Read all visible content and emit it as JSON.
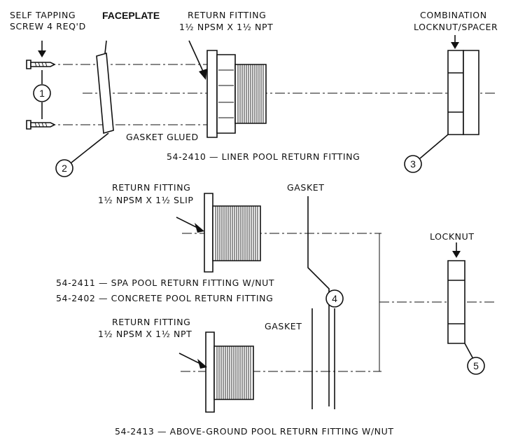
{
  "labels": {
    "screw": [
      "SELF TAPPING",
      "SCREW 4 REQ'D"
    ],
    "faceplate": "FACEPLATE",
    "return_fitting_1": [
      "RETURN FITTING",
      "1½ NPSM X 1½ NPT"
    ],
    "combination": [
      "COMBINATION",
      "LOCKNUT/SPACER"
    ],
    "gasket_glued": "GASKET  GLUED",
    "return_fitting_2": [
      "RETURN FITTING",
      "1½ NPSM X 1½ SLIP"
    ],
    "gasket_top": "GASKET",
    "gasket_mid": "GASKET",
    "locknut": "LOCKNUT",
    "return_fitting_3": [
      "RETURN FITTING",
      "1½ NPSM X 1½ NPT"
    ]
  },
  "captions": {
    "liner": "54-2410 — LINER POOL RETURN FITTING",
    "spa": "54-2411 — SPA POOL RETURN FITTING W/NUT",
    "concrete": "54-2402 — CONCRETE POOL RETURN FITTING",
    "above_ground": "54-2413 — ABOVE-GROUND POOL RETURN FITTING W/NUT"
  },
  "callouts": [
    "1",
    "2",
    "3",
    "4",
    "5"
  ]
}
